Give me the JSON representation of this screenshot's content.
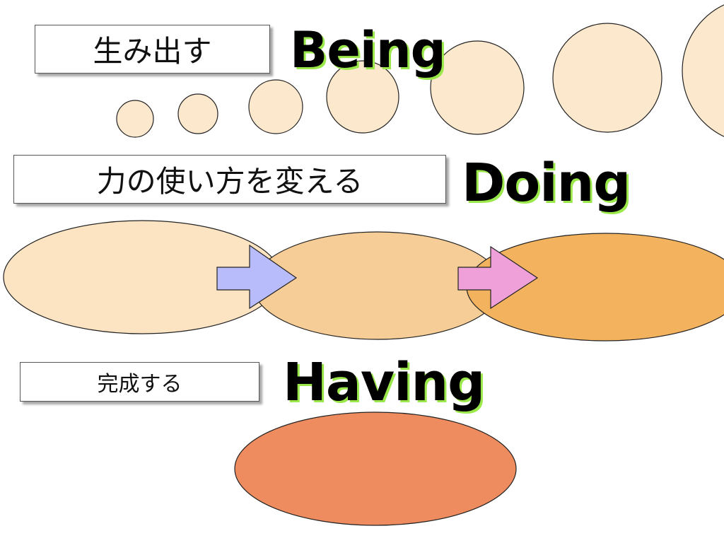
{
  "rows": [
    {
      "label": "生み出す",
      "heading": "Being"
    },
    {
      "label": "力の使い方を変える",
      "heading": "Doing"
    },
    {
      "label": "完成する",
      "heading": "Having"
    }
  ],
  "colors": {
    "heading_shadow": "#9be84a",
    "circle_fill": "#fce8cc",
    "doing_fill_1": "#fce4c2",
    "doing_fill_2": "#f6cd96",
    "doing_fill_3": "#f2b25e",
    "having_fill": "#ee8b5f",
    "arrow_blue": "#b8bcfa",
    "arrow_pink": "#f0a0d8",
    "outline": "#222222"
  }
}
